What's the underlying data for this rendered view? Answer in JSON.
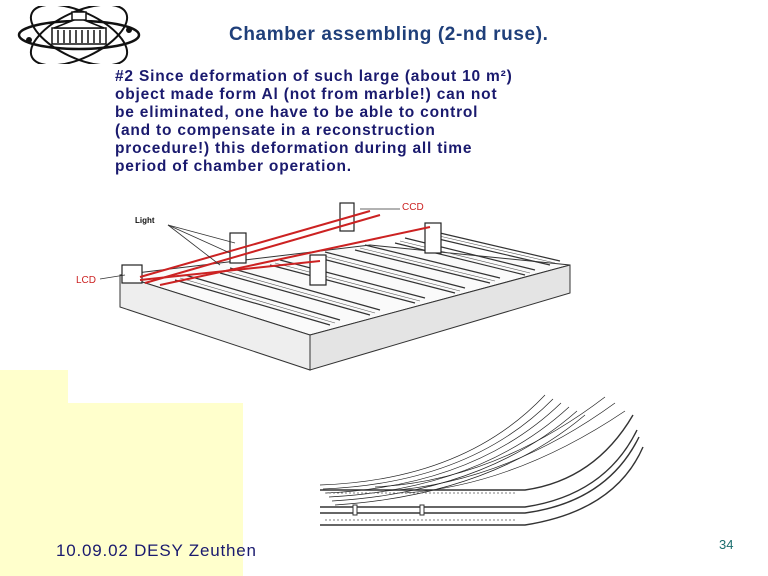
{
  "slide": {
    "title": "Chamber assembling (2-nd ruse).",
    "body_lines": [
      "#2 Since deformation of such large (about 10 m²)",
      "object made form Al (not from marble!) can not",
      "be eliminated, one have to be able to control",
      "(and to compensate in a reconstruction",
      "procedure!) this deformation during all time",
      "period of chamber operation."
    ],
    "footer": "10.09.02 DESY Zeuthen",
    "page_number": "34"
  },
  "diagram": {
    "labels": {
      "ccd": "CCD",
      "light": "Light",
      "lcd": "LCD"
    }
  },
  "colors": {
    "title": "#1f3f7a",
    "text": "#1a1a6e",
    "highlight_panel": "#ffffcc",
    "beam": "#cc2222"
  }
}
